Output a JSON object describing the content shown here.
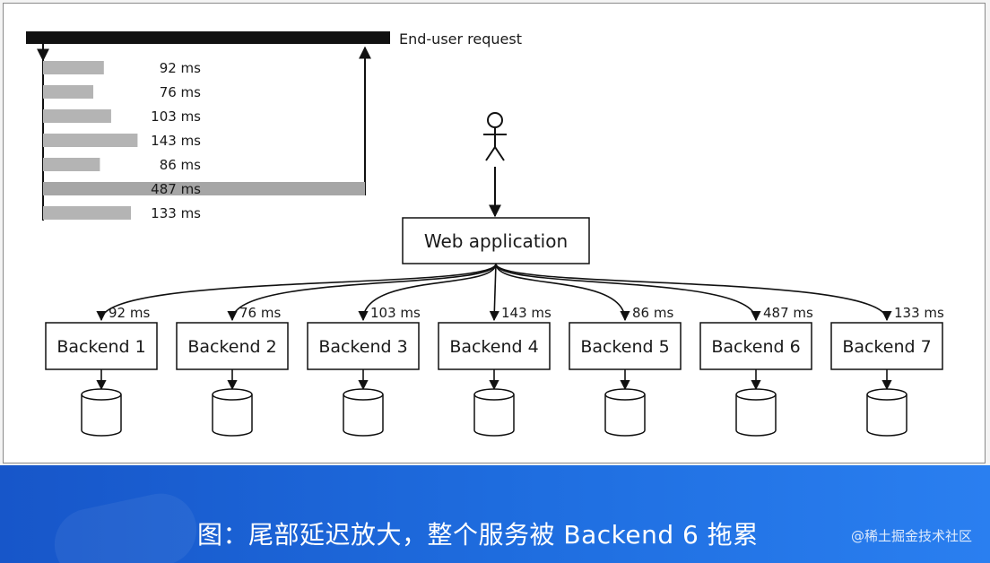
{
  "diagram": {
    "end_user_request_label": "End-user request",
    "latencies": [
      {
        "label": "92 ms",
        "value": 92
      },
      {
        "label": "76 ms",
        "value": 76
      },
      {
        "label": "103 ms",
        "value": 103
      },
      {
        "label": "143 ms",
        "value": 143
      },
      {
        "label": "86 ms",
        "value": 86
      },
      {
        "label": "487 ms",
        "value": 487
      },
      {
        "label": "133 ms",
        "value": 133
      }
    ],
    "web_app_label": "Web application",
    "backends": [
      {
        "name": "Backend 1",
        "latency": "92 ms"
      },
      {
        "name": "Backend 2",
        "latency": "76 ms"
      },
      {
        "name": "Backend 3",
        "latency": "103 ms"
      },
      {
        "name": "Backend 4",
        "latency": "143 ms"
      },
      {
        "name": "Backend 5",
        "latency": "86 ms"
      },
      {
        "name": "Backend 6",
        "latency": "487 ms"
      },
      {
        "name": "Backend 7",
        "latency": "133 ms"
      }
    ]
  },
  "caption": "图：尾部延迟放大，整个服务被 Backend 6 拖累",
  "watermark": "@稀土掘金技术社区",
  "colors": {
    "bar": "#b4b4b4",
    "bar_highlight": "#a6a6a6",
    "top_bar": "#111111",
    "banner": "#1f6ee0"
  }
}
